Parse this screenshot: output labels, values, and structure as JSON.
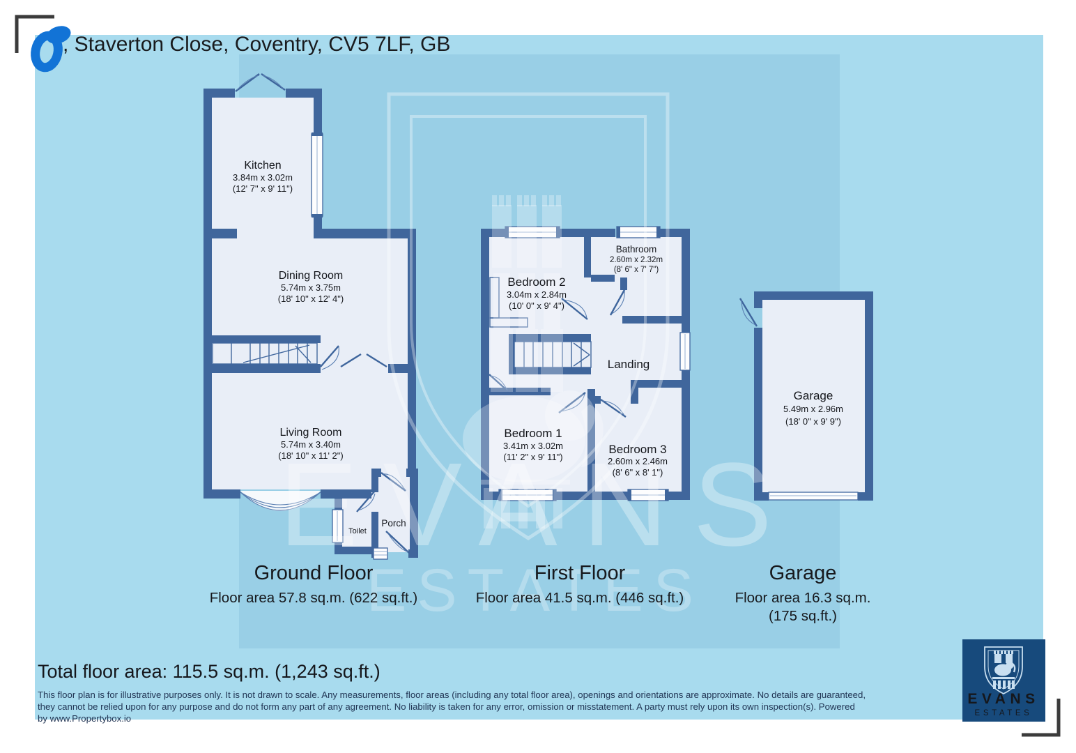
{
  "colors": {
    "canvas_bg": "#a8dbee",
    "watermark_panel": "#99cfe6",
    "wall": "#40669c",
    "room_fill": "#e9eef7",
    "scribble_accent": "#1273d6",
    "logo_bg": "#174a7c",
    "disclaimer_text": "#213554"
  },
  "header": {
    "address": ", Staverton Close, Coventry, CV5 7LF, GB"
  },
  "ground_floor": {
    "label": "Ground Floor",
    "area": "Floor area 57.8 sq.m. (622 sq.ft.)",
    "rooms": {
      "kitchen": {
        "name": "Kitchen",
        "dims_m": "3.84m x 3.02m",
        "dims_ft": "(12' 7\" x 9' 11\")"
      },
      "dining": {
        "name": "Dining Room",
        "dims_m": "5.74m x 3.75m",
        "dims_ft": "(18' 10\" x 12' 4\")"
      },
      "living": {
        "name": "Living Room",
        "dims_m": "5.74m x 3.40m",
        "dims_ft": "(18' 10\" x 11' 2\")"
      },
      "toilet": {
        "name": "Toilet"
      },
      "porch": {
        "name": "Porch"
      }
    }
  },
  "first_floor": {
    "label": "First Floor",
    "area": "Floor area 41.5 sq.m. (446 sq.ft.)",
    "rooms": {
      "bedroom2": {
        "name": "Bedroom 2",
        "dims_m": "3.04m x 2.84m",
        "dims_ft": "(10' 0\" x 9' 4\")"
      },
      "bathroom": {
        "name": "Bathroom",
        "dims_m": "2.60m x 2.32m",
        "dims_ft": "(8' 6\" x 7' 7\")"
      },
      "landing": {
        "name": "Landing"
      },
      "bedroom1": {
        "name": "Bedroom 1",
        "dims_m": "3.41m x 3.02m",
        "dims_ft": "(11' 2\" x 9' 11\")"
      },
      "bedroom3": {
        "name": "Bedroom 3",
        "dims_m": "2.60m x 2.46m",
        "dims_ft": "(8' 6\" x 8' 1\")"
      }
    }
  },
  "garage": {
    "label": "Garage",
    "area_line1": "Floor area 16.3 sq.m.",
    "area_line2": "(175 sq.ft.)",
    "room": {
      "name": "Garage",
      "dims_m": "5.49m x 2.96m",
      "dims_ft": "(18' 0\" x 9' 9\")"
    }
  },
  "summary": {
    "total": "Total floor area: 115.5 sq.m. (1,243 sq.ft.)"
  },
  "disclaimer": {
    "line1": "This floor plan is for illustrative purposes only. It is not drawn to scale. Any measurements, floor areas (including any total floor area), openings and orientations are approximate. No details are guaranteed,",
    "line2": "they cannot be relied upon for any purpose and do not form any part of any agreement. No liability is taken for any error, omission or misstatement. A party must rely upon its own inspection(s). Powered",
    "line3": "by www.Propertybox.io"
  },
  "watermark": {
    "brand": "EVANS",
    "sub": "ESTATES"
  },
  "logo": {
    "brand": "EVANS",
    "sub": "ESTATES"
  }
}
